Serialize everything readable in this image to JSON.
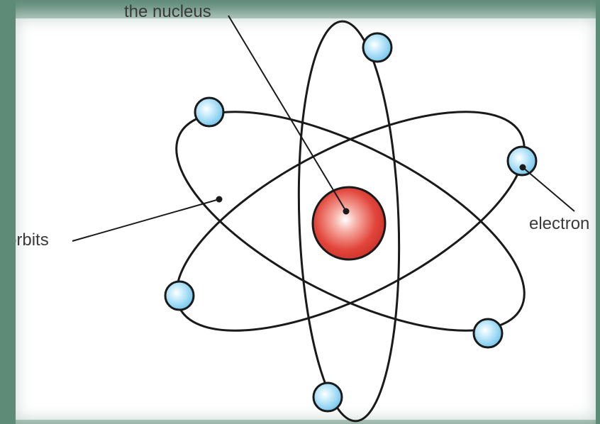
{
  "labels": {
    "nucleus": "the nucleus",
    "orbits": "orbits",
    "electron": "electron"
  },
  "colors": {
    "frame": "#5e8a78",
    "panel": "#ffffff",
    "nucleus": "#e2453b",
    "electron": "#7fcdf0",
    "orbit_line": "#1a1a1a"
  }
}
